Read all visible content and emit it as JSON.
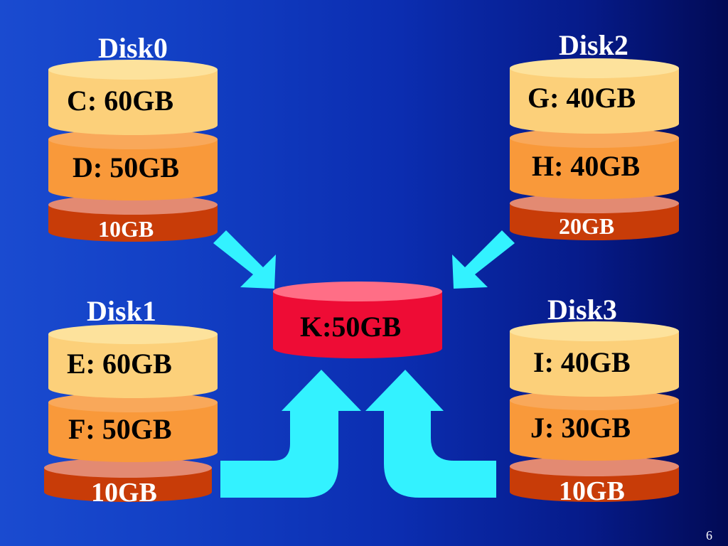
{
  "slide": {
    "page_number": "6",
    "colors": {
      "top_partition": "#fcd07a",
      "mid_partition": "#f9993a",
      "bottom_partition": "#c83c08",
      "rim": "#e38a72",
      "spanned_volume": "#ee0c35",
      "spanned_volume_top": "#ff6e86",
      "arrow": "#33f2ff"
    }
  },
  "disks": [
    {
      "name": "Disk0",
      "partitions": [
        "C: 60GB",
        "D: 50GB"
      ],
      "free": "10GB"
    },
    {
      "name": "Disk1",
      "partitions": [
        "E: 60GB",
        "F: 50GB"
      ],
      "free": "10GB"
    },
    {
      "name": "Disk2",
      "partitions": [
        "G: 40GB",
        "H: 40GB"
      ],
      "free": "20GB"
    },
    {
      "name": "Disk3",
      "partitions": [
        "I: 40GB",
        "J: 30GB"
      ],
      "free": "10GB"
    }
  ],
  "volume": {
    "label": "K:50GB"
  }
}
